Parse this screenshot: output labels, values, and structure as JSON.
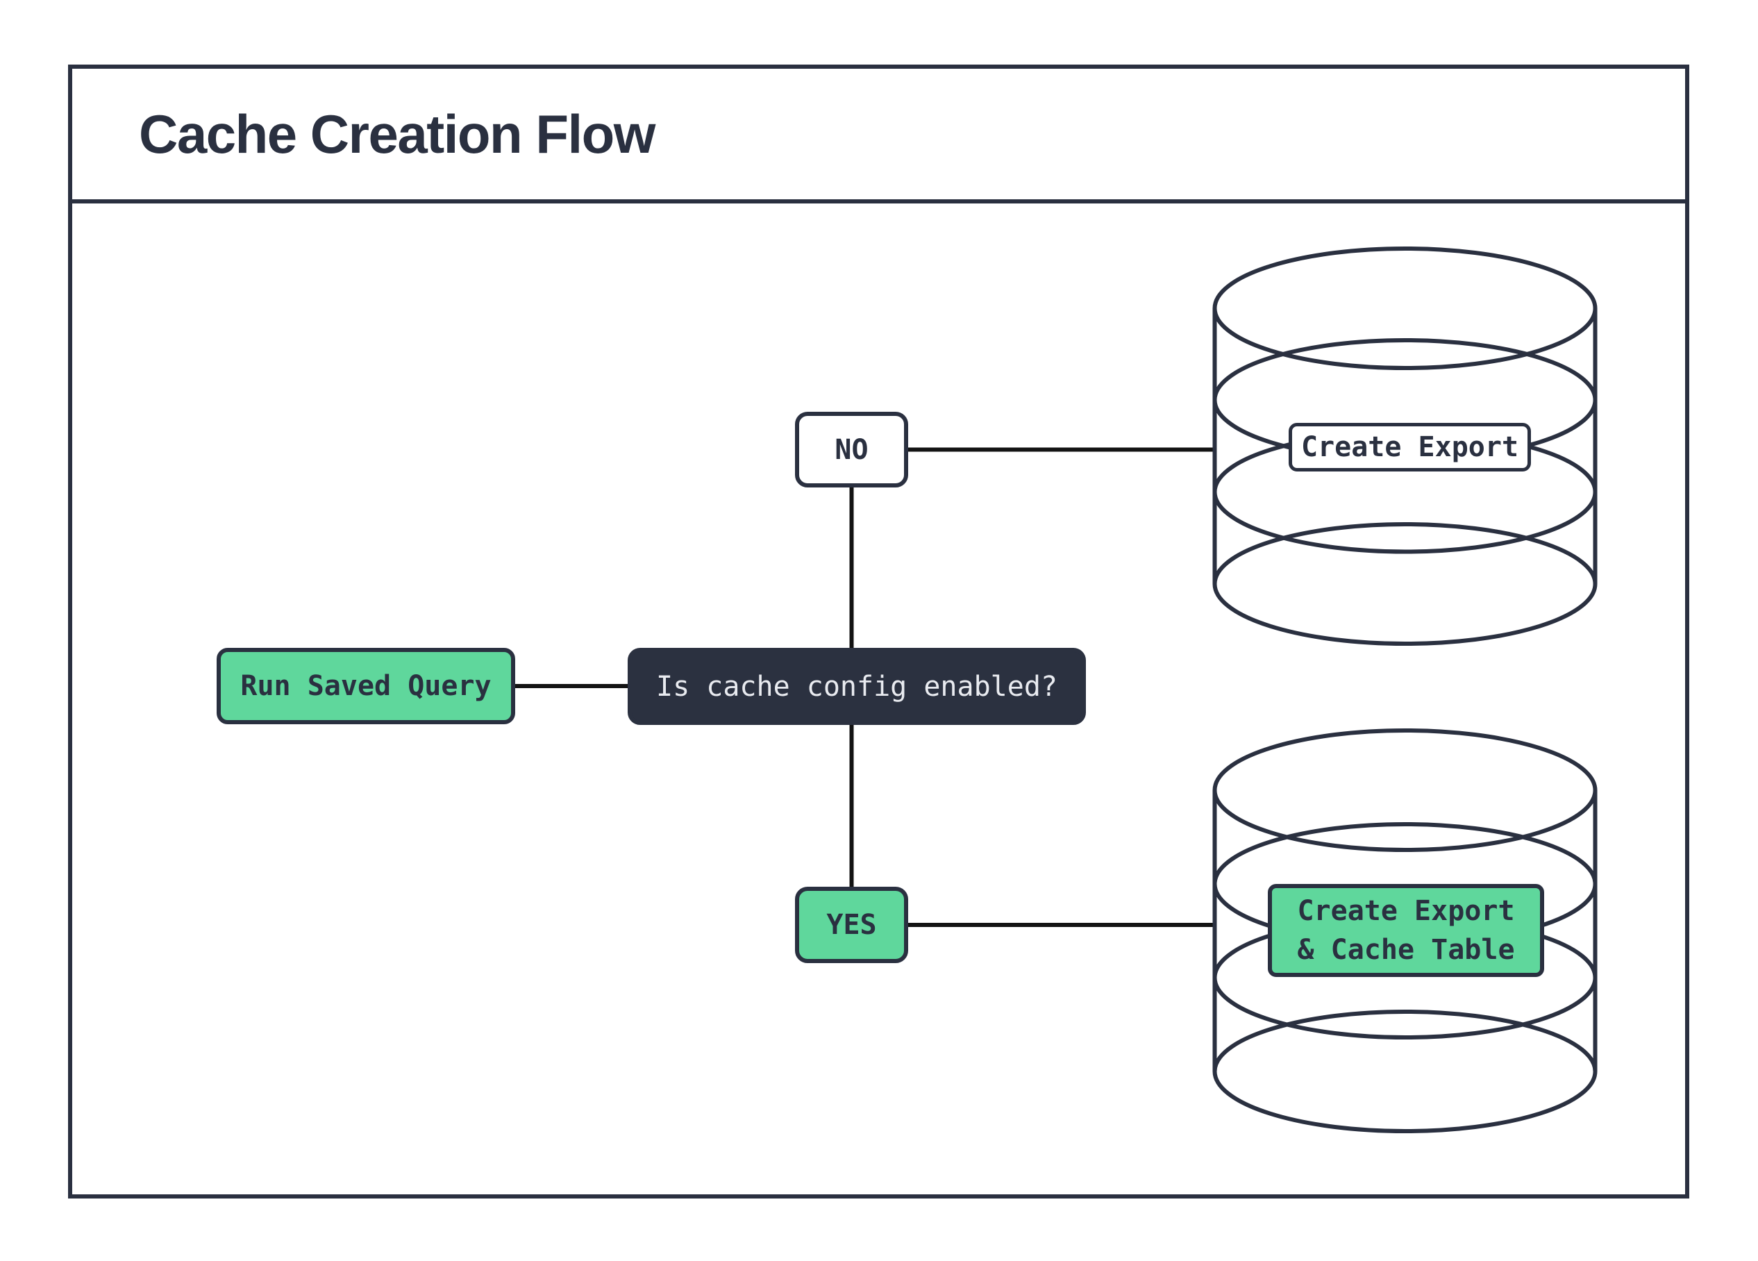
{
  "title": "Cache Creation Flow",
  "colors": {
    "ink": "#2a3040",
    "dark": "#2b3140",
    "green": "#5fd79c",
    "light": "#e9ebf0",
    "line": "#131313",
    "bg": "#ffffff"
  },
  "nodes": {
    "start": {
      "label": "Run Saved Query",
      "kind": "action",
      "fill": "green"
    },
    "decision": {
      "label": "Is cache config enabled?",
      "kind": "decision",
      "fill": "dark"
    },
    "no_branch": {
      "label": "NO",
      "kind": "branch-label",
      "fill": "white"
    },
    "yes_branch": {
      "label": "YES",
      "kind": "branch-label",
      "fill": "green"
    },
    "export_db": {
      "label": "Create Export",
      "kind": "database-label",
      "fill": "white"
    },
    "export_cache_db": {
      "label": "Create Export & Cache Table",
      "line1": "Create Export",
      "line2": "& Cache Table",
      "kind": "database-label",
      "fill": "green"
    }
  },
  "edges": [
    {
      "from": "Run Saved Query",
      "to": "Is cache config enabled?"
    },
    {
      "from": "Is cache config enabled?",
      "via": "NO",
      "to": "Create Export"
    },
    {
      "from": "Is cache config enabled?",
      "via": "YES",
      "to": "Create Export & Cache Table"
    }
  ]
}
